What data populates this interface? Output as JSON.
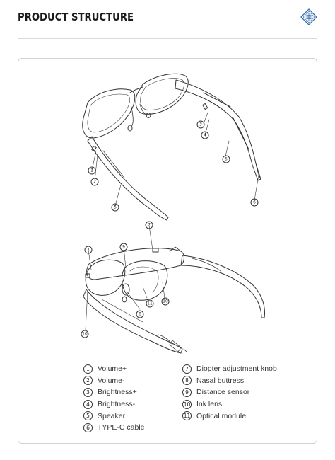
{
  "header": {
    "title": "PRODUCT STRUCTURE"
  },
  "legend": {
    "left": [
      {
        "num": "1",
        "label": "Volume+"
      },
      {
        "num": "2",
        "label": "Volume-"
      },
      {
        "num": "3",
        "label": "Brightness+"
      },
      {
        "num": "4",
        "label": "Brightness-"
      },
      {
        "num": "5",
        "label": "Speaker"
      },
      {
        "num": "6",
        "label": "TYPE-C cable"
      }
    ],
    "right": [
      {
        "num": "7",
        "label": "Diopter adjustment knob"
      },
      {
        "num": "8",
        "label": "Nasal buttress"
      },
      {
        "num": "9",
        "label": "Distance sensor"
      },
      {
        "num": "10",
        "label": "Ink lens"
      },
      {
        "num": "11",
        "label": "Optical module"
      }
    ]
  },
  "callouts_top": [
    "3",
    "4",
    "1",
    "2",
    "5",
    "5",
    "6"
  ],
  "callouts_bottom": [
    "7",
    "7",
    "9",
    "8",
    "11",
    "10",
    "10"
  ]
}
